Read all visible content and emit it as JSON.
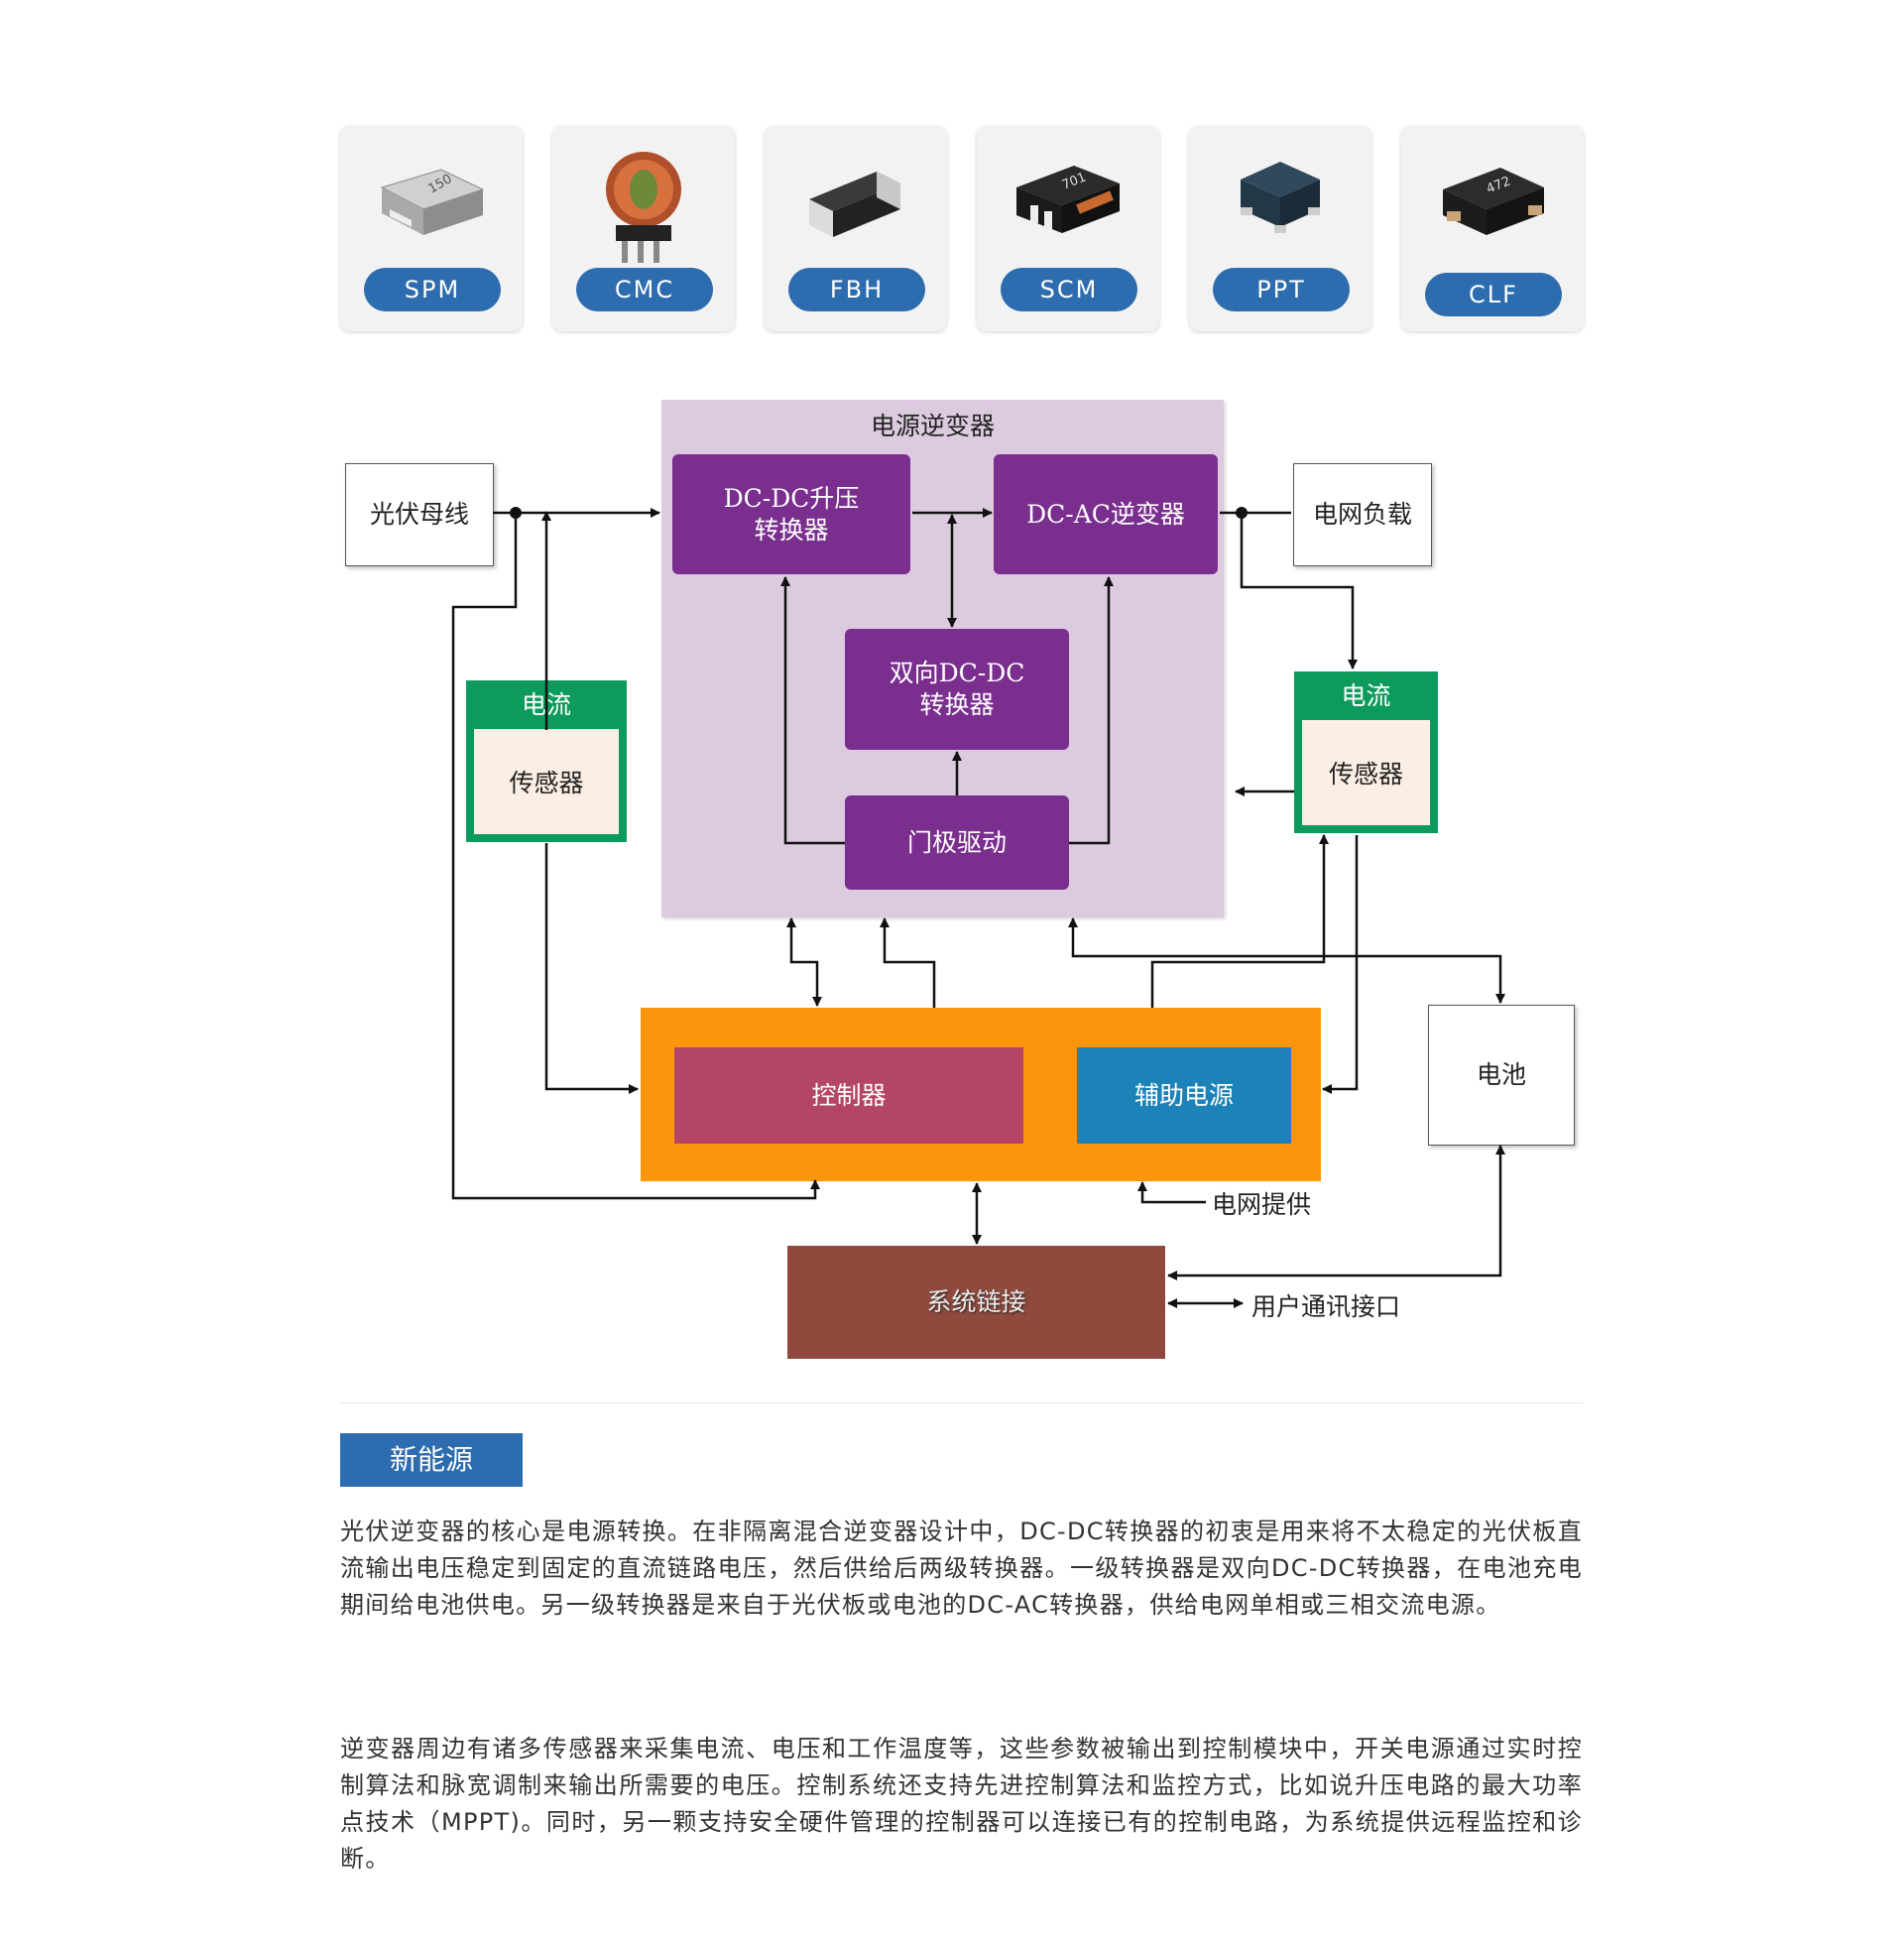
{
  "products": [
    {
      "label": "SPM",
      "icon": "smd-power-inductor-icon",
      "marking": "150"
    },
    {
      "label": "CMC",
      "icon": "common-mode-choke-icon",
      "marking": ""
    },
    {
      "label": "FBH",
      "icon": "ferrite-bead-icon",
      "marking": ""
    },
    {
      "label": "SCM",
      "icon": "smd-common-mode-icon",
      "marking": "701"
    },
    {
      "label": "PPT",
      "icon": "power-transformer-icon",
      "marking": ""
    },
    {
      "label": "CLF",
      "icon": "coil-inductor-icon",
      "marking": "472"
    }
  ],
  "diagram": {
    "inverter_region": "电源逆变器",
    "pv_bus": "光伏母线",
    "grid_load": "电网负载",
    "dcdc_boost_line1": "DC-DC升压",
    "dcdc_boost_line2": "转换器",
    "dcac": "DC-AC逆变器",
    "bidir_line1": "双向DC-DC",
    "bidir_line2": "转换器",
    "gate_driver": "门极驱动",
    "sensor_left": {
      "title": "电流",
      "body": "传感器"
    },
    "sensor_right": {
      "title": "电流",
      "body": "传感器"
    },
    "controller": "控制器",
    "aux_power": "辅助电源",
    "battery": "电池",
    "grid_supply": "电网提供",
    "system_link": "系统链接",
    "user_comm": "用户通讯接口",
    "colors": {
      "region": "#dccbdf",
      "purple": "#7a2e8e",
      "sensor_green": "#0d9b5d",
      "sensor_fill": "#fbeee4",
      "orange": "#fa950c",
      "controller": "#b44565",
      "aux": "#1d82b7",
      "system_link": "#8f4a3e"
    }
  },
  "section": {
    "tag": "新能源",
    "para1": "光伏逆变器的核心是电源转换。在非隔离混合逆变器设计中，DC-DC转换器的初衷是用来将不太稳定的光伏板直流输出电压稳定到固定的直流链路电压，然后供给后两级转换器。一级转换器是双向DC-DC转换器，在电池充电期间给电池供电。另一级转换器是来自于光伏板或电池的DC-AC转换器，供给电网单相或三相交流电源。",
    "para2": "逆变器周边有诸多传感器来采集电流、电压和工作温度等，这些参数被输出到控制模块中，开关电源通过实时控制算法和脉宽调制来输出所需要的电压。控制系统还支持先进控制算法和监控方式，比如说升压电路的最大功率点技术（MPPT)。同时，另一颗支持安全硬件管理的控制器可以连接已有的控制电路，为系统提供远程监控和诊断。"
  }
}
